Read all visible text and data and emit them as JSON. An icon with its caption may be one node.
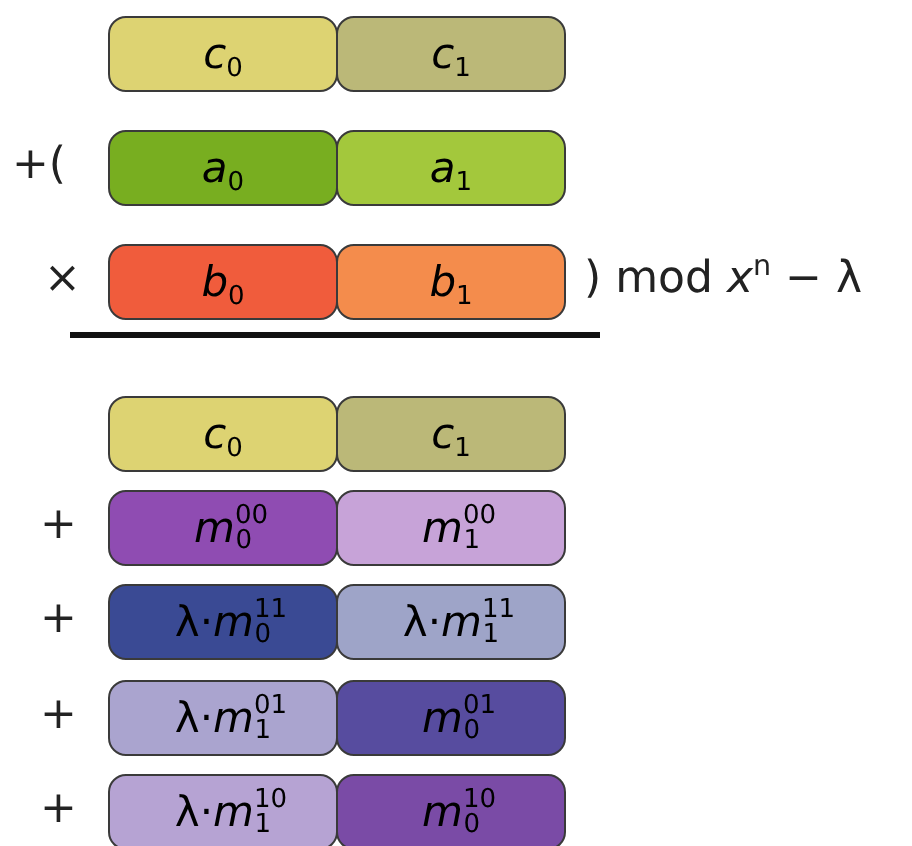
{
  "diagram": {
    "nodes": [
      {
        "text": [
          "*c*$_{0}$"
        ]
      },
      {
        "text": [
          "*c*$_{1}$"
        ]
      },
      {
        "text": [
          "*a*$_{0}$"
        ]
      },
      {
        "text": [
          "*a*$_{1}$"
        ]
      },
      {
        "text": [
          "*b*$_{0}$"
        ]
      },
      {
        "text": [
          "*b*$_{1}$"
        ]
      },
      {
        "text": [
          "*c*$_{0}$"
        ]
      },
      {
        "text": [
          "*c*$_{1}$"
        ]
      },
      {
        "text": [
          "*m*$^{00}$$_{0}$"
        ]
      },
      {
        "text": [
          "*m*$^{00}$$_{1}$"
        ]
      },
      {
        "text": [
          "λ·*m*$^{11}$$_{0}$"
        ]
      },
      {
        "text": [
          "λ·*m*$^{11}$$_{1}$"
        ]
      },
      {
        "text": [
          "λ·*m*$^{01}$$_{1}$"
        ]
      },
      {
        "text": [
          "*m*$^{01}$$_{0}$"
        ]
      },
      {
        "text": [
          "λ·*m*$^{10}$$_{1}$"
        ]
      },
      {
        "text": [
          "*m*$^{10}$$_{0}$"
        ]
      }
    ],
    "labels": [
      "+(",
      "×",
      ") mod *x*$^{n}$ − λ",
      "+",
      "+",
      "+",
      "+"
    ]
  }
}
